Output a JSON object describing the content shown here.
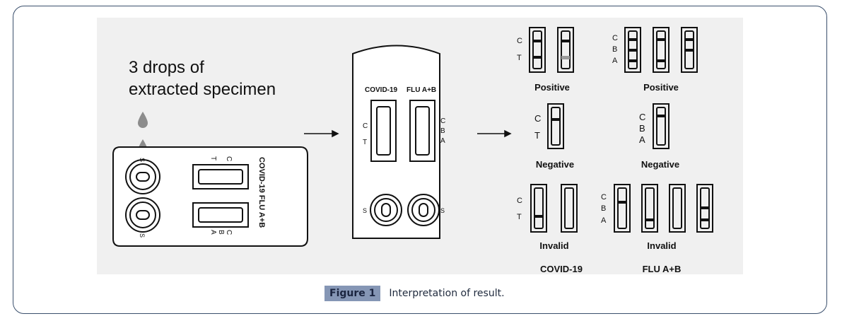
{
  "figure": {
    "drops_text_line1": "3 drops of",
    "drops_text_line2": "extracted specimen",
    "cassette_title": "COVID-19 FLU A+B",
    "cassette_title_left": "COVID-19",
    "cassette_title_right": "FLU A+B",
    "left_window_labels": [
      "C",
      "T"
    ],
    "right_window_labels": [
      "C",
      "B",
      "A"
    ],
    "sample_well_label": "S",
    "results": {
      "covid_labels": [
        "C",
        "T"
      ],
      "flu_labels": [
        "C",
        "B",
        "A"
      ],
      "positive": "Positive",
      "negative": "Negative",
      "invalid": "Invalid",
      "col_covid": "COVID-19",
      "col_flu": "FLU A+B"
    }
  },
  "caption": {
    "label": "Figure 1",
    "text": "Interpretation of result."
  },
  "colors": {
    "frame_border": "#3a4f6c",
    "caption_badge": "#8596b5",
    "figure_bg": "#f0f0f0"
  }
}
